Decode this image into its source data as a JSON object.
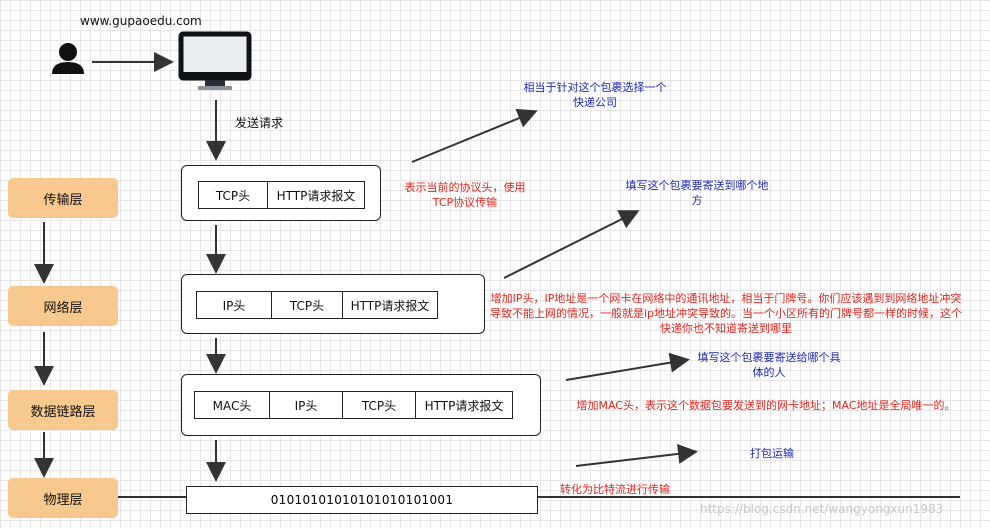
{
  "site_url": "www.gupaoedu.com",
  "send_request": "发送请求",
  "layers": {
    "transport": "传输层",
    "network": "网络层",
    "datalink": "数据链路层",
    "physical": "物理层"
  },
  "transport_box": {
    "cells": [
      "TCP头",
      "HTTP请求报文"
    ]
  },
  "network_box": {
    "cells": [
      "IP头",
      "TCP头",
      "HTTP请求报文"
    ]
  },
  "datalink_box": {
    "cells": [
      "MAC头",
      "IP头",
      "TCP头",
      "HTTP请求报文"
    ]
  },
  "physical_bits": "01010101010101010101001",
  "notes": {
    "courier": "相当于针对这个包裹选择一个快递公司",
    "tcp_desc": "表示当前的协议头，使用TCP协议传输",
    "fill_address": "填写这个包裹要寄送到哪个地方",
    "ip_desc": "增加IP头，IP地址是一个网卡在网络中的通讯地址，相当于门牌号。你们应该遇到到网络地址冲突导致不能上网的情况，一般就是ip地址冲突导致的。当一个小区所有的门牌号都一样的时候，这个快递你也不知道寄送到哪里",
    "fill_person": "填写这个包裹要寄送给哪个具体的人",
    "mac_desc": "增加MAC头，表示这个数据包要发送到的网卡地址；MAC地址是全局唯一的。",
    "pack_ship": "打包运输",
    "bitstream": "转化为比特流进行传输"
  },
  "watermark": "https://blog.csdn.net/wangyongxun1983",
  "colors": {
    "layer_fill": "#f8c98e",
    "red_note": "#e0261f",
    "blue_note": "#1f2bb0"
  }
}
